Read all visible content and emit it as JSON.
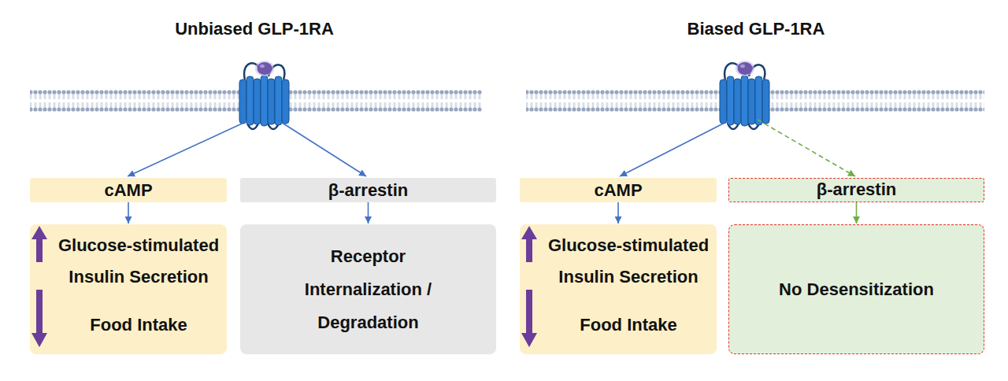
{
  "diagram": {
    "nodes": [
      {
        "text": [
          "cAMP"
        ]
      },
      {
        "text": [
          "β-arrestin"
        ]
      },
      {
        "text": [
          "Glucose-stimulated Insulin Secretion",
          "Food Intake"
        ]
      },
      {
        "text": [
          "Receptor Internalization / Degradation"
        ]
      },
      {
        "text": [
          "cAMP"
        ]
      },
      {
        "text": [
          "β-arrestin"
        ]
      },
      {
        "text": [
          "Glucose-stimulated Insulin Secretion",
          "Food Intake"
        ]
      },
      {
        "text": [
          "No Desensitization"
        ]
      }
    ],
    "edges": [
      {
        "from": 0,
        "to": 2,
        "arrow": "to"
      },
      {
        "from": 1,
        "to": 3,
        "arrow": "to"
      },
      {
        "from": 4,
        "to": 6,
        "arrow": "to"
      },
      {
        "from": 5,
        "to": 7,
        "arrow": "to"
      }
    ],
    "labels": [
      "Unbiased GLP-1RA",
      "Biased GLP-1RA"
    ]
  }
}
